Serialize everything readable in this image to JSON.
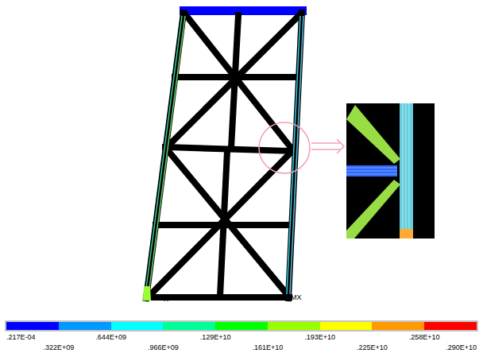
{
  "diagram": {
    "labels": [
      "X",
      "MX",
      ".290E+10"
    ],
    "legend": [
      {
        "text": ".217E-04",
        "color": "#0000ff"
      },
      {
        "text": ".322E+09",
        "color": "#0099ff"
      },
      {
        "text": ".644E+09",
        "color": "#00ffff"
      },
      {
        "text": ".966E+09",
        "color": "#00ff99"
      },
      {
        "text": ".129E+10",
        "color": "#00ff00"
      },
      {
        "text": ".161E+10",
        "color": "#99ff00"
      },
      {
        "text": ".193E+10",
        "color": "#ffff00"
      },
      {
        "text": ".225E+10",
        "color": "#ff9900"
      },
      {
        "text": ".258E+10",
        "color": "#ff0000"
      }
    ]
  }
}
